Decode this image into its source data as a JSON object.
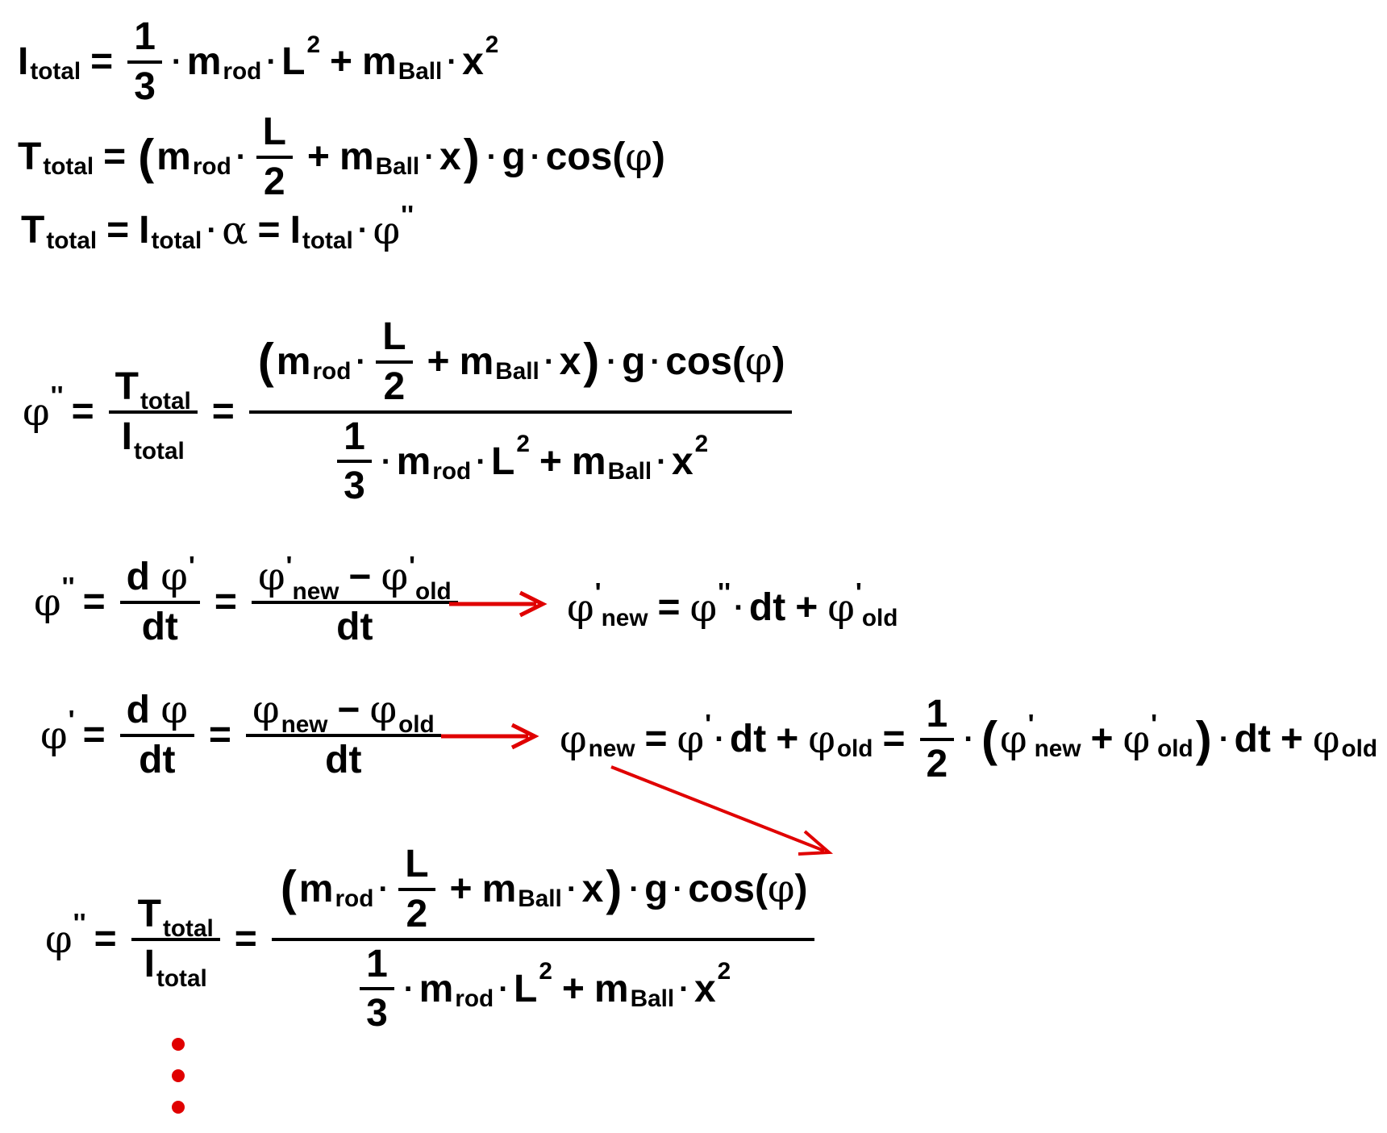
{
  "symbols": {
    "I": "I",
    "T": "T",
    "m": "m",
    "L": "L",
    "x": "x",
    "g": "g",
    "dt": "dt",
    "d": "d",
    "cos": "cos",
    "phi": "φ",
    "alpha": "α",
    "prime": "'",
    "dprime": "''"
  },
  "subscripts": {
    "total": "total",
    "rod": "rod",
    "ball": "Ball",
    "new": "new",
    "old": "old"
  },
  "numbers": {
    "one": "1",
    "two": "2",
    "three": "3"
  },
  "operators": {
    "eq": "=",
    "plus": "+",
    "minus": "−",
    "dot": "·",
    "lparen": "(",
    "rparen": ")"
  },
  "accent_color": "#e00000"
}
